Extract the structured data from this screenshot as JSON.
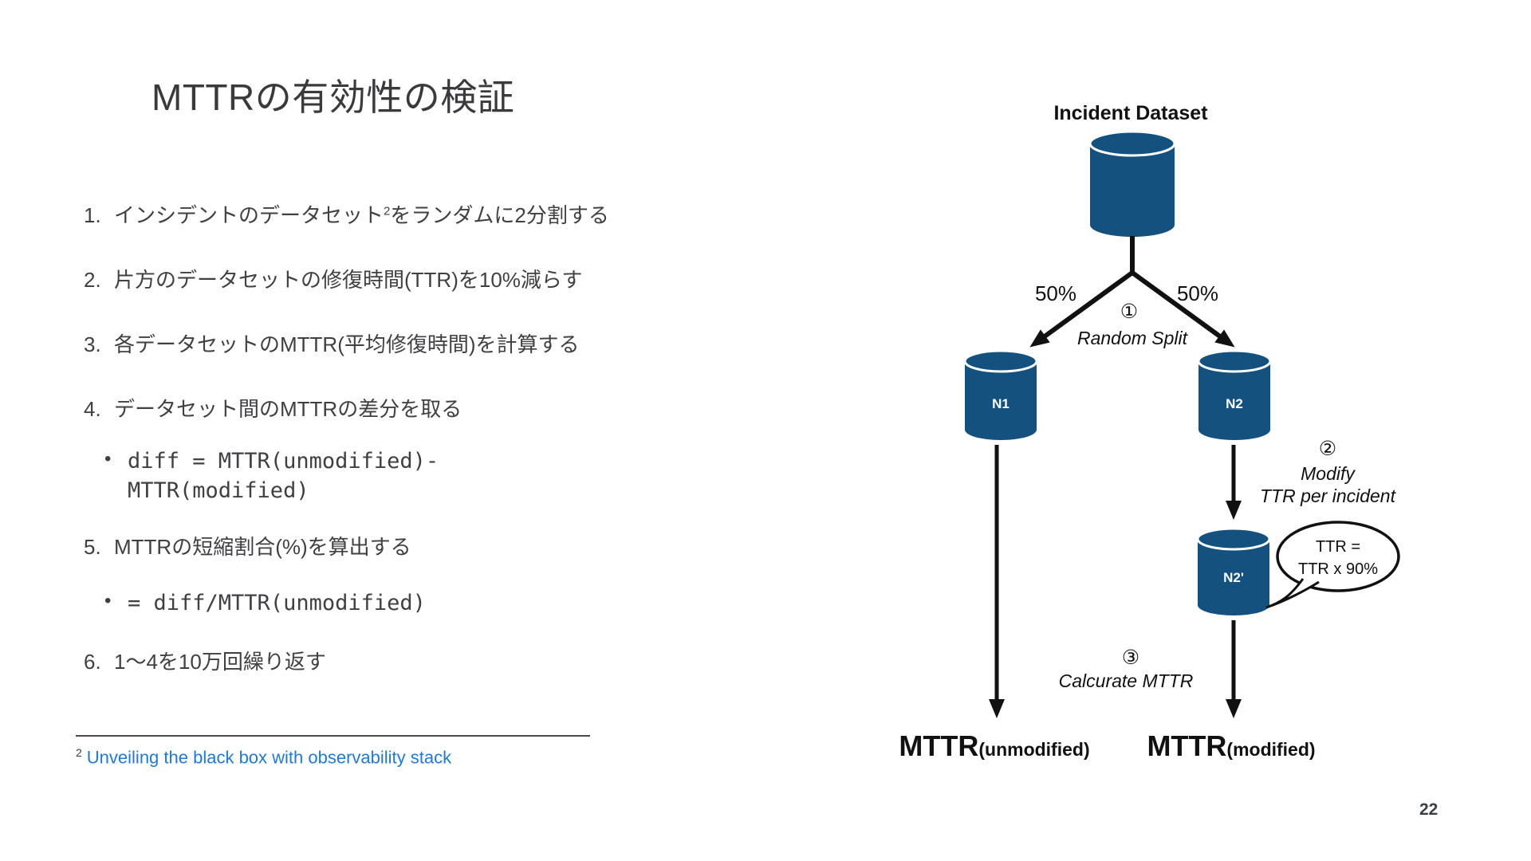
{
  "slide": {
    "title": "MTTRの有効性の検証",
    "page_number": "22"
  },
  "list": {
    "bullet_char": "•",
    "item1": {
      "marker": "1.",
      "pre": "インシデントのデータセット",
      "sup": "2",
      "post": "をランダムに2分割する"
    },
    "item2": {
      "marker": "2.",
      "text": "片方のデータセットの修復時間(TTR)を10%減らす"
    },
    "item3": {
      "marker": "3.",
      "text": "各データセットのMTTR(平均修復時間)を計算する"
    },
    "item4": {
      "marker": "4.",
      "text": "データセット間のMTTRの差分を取る"
    },
    "item4_code": {
      "line1": "diff = MTTR(unmodified)-",
      "line2": "MTTR(modified)"
    },
    "item5": {
      "marker": "5.",
      "text": "MTTRの短縮割合(%)を算出する"
    },
    "item5_code": {
      "line1": "= diff/MTTR(unmodified)"
    },
    "item6": {
      "marker": "6.",
      "text": "1〜4を10万回繰り返す"
    }
  },
  "footnote": {
    "sup": "2",
    "link_text": "Unveiling the black box with observability stack"
  },
  "diagram": {
    "dataset_label": "Incident Dataset",
    "split_left_pct": "50%",
    "split_right_pct": "50%",
    "step1_num": "①",
    "step1_label": "Random Split",
    "n1_label": "N1",
    "n2_label": "N2",
    "step2_num": "②",
    "step2_label_line1": "Modify",
    "step2_label_line2": "TTR per incident",
    "n2mod_label": "N2'",
    "bubble_line1": "TTR =",
    "bubble_line2": "TTR x 90%",
    "step3_num": "③",
    "step3_label": "Calcurate MTTR",
    "mttr_left_main": "MTTR",
    "mttr_left_sub": "(unmodified)",
    "mttr_right_main": "MTTR",
    "mttr_right_sub": "(modified)"
  },
  "colors": {
    "cylinder_blue": "#14517F",
    "link_blue": "#2279CF",
    "diagram_ink": "#111111",
    "body_text": "#404042"
  }
}
